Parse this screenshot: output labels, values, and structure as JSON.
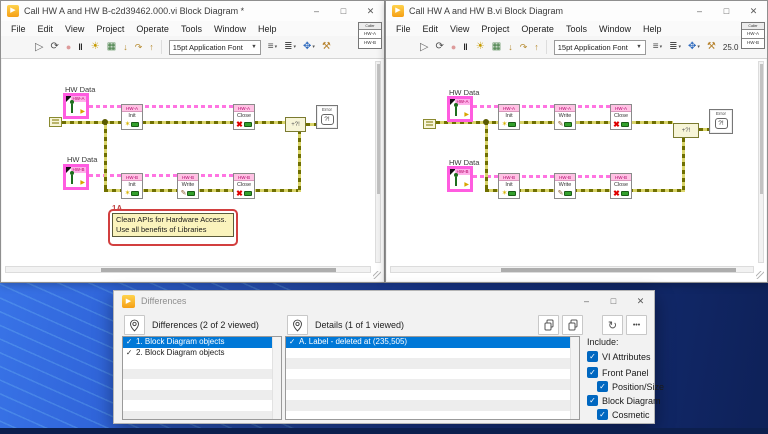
{
  "icons": {
    "play": "▶",
    "caret_down": "▼",
    "caret_small": "▾",
    "check": "✓",
    "refresh": "↻",
    "more": "•••",
    "minimize": "–",
    "maximize": "□",
    "close": "✕"
  },
  "menu_labels": {
    "file": "File",
    "edit": "Edit",
    "view": "View",
    "project": "Project",
    "operate": "Operate",
    "tools": "Tools",
    "window": "Window",
    "help": "Help"
  },
  "toolbar_icons": {
    "run": "▷",
    "run_continuous": "⟳",
    "abort": "●",
    "pause": "‖",
    "highlight": "☀",
    "retain": "▦",
    "step_into": "↓",
    "step_over": "↷",
    "step_out": "↑",
    "align": "≡",
    "distribute": "≣",
    "resize": "✥",
    "cleanup": "⚒"
  },
  "node_icons": {
    "init": "✶",
    "write": "✎",
    "close": "✖"
  },
  "vi_badge": {
    "line1": "Caller",
    "line2": "HW-A",
    "line3": "HW-B"
  },
  "left_window": {
    "title": "Call HW A and HW B-c2d39462.000.vi Block Diagram *",
    "font_selector": "15pt Application Font",
    "diagram": {
      "hw_data_label_top": "HW Data",
      "hw_data_label_bottom": "HW Data",
      "const_top": "HW-A",
      "const_bottom": "HW-B",
      "nodes": {
        "a_init": {
          "header": "HW-A",
          "label": "Init"
        },
        "a_close": {
          "header": "HW-A",
          "label": "Close"
        },
        "b_init": {
          "header": "HW-B",
          "label": "Init"
        },
        "b_write": {
          "header": "HW-B",
          "label": "Write"
        },
        "b_close": {
          "header": "HW-B",
          "label": "Close"
        }
      },
      "merge_glyph": "+?!",
      "error_label": "Error",
      "error_glyph": "?!",
      "annotation": "1A",
      "comment_line1": "Clean APIs for Hardware Access.",
      "comment_line2": "Use all benefits of Libraries"
    }
  },
  "right_window": {
    "title": "Call HW A and HW B.vi Block Diagram",
    "font_selector": "15pt Application Font",
    "zoom_display": "25.0",
    "diagram": {
      "hw_data_label_top": "HW Data",
      "hw_data_label_bottom": "HW Data",
      "const_top": "HW-A",
      "const_bottom": "HW-B",
      "nodes": {
        "a_init": {
          "header": "HW-A",
          "label": "Init"
        },
        "a_write": {
          "header": "HW-A",
          "label": "Write"
        },
        "a_close": {
          "header": "HW-A",
          "label": "Close"
        },
        "b_init": {
          "header": "HW-B",
          "label": "Init"
        },
        "b_write": {
          "header": "HW-B",
          "label": "Write"
        },
        "b_close": {
          "header": "HW-B",
          "label": "Close"
        }
      },
      "merge_glyph": "+?!",
      "error_label": "Error",
      "error_glyph": "?!"
    }
  },
  "dialog": {
    "title": "Differences",
    "differences_header": "Differences (2 of 2 viewed)",
    "details_header": "Details (1 of 1 viewed)",
    "diff_items": [
      {
        "check": "✓",
        "text": "1. Block Diagram objects"
      },
      {
        "check": "✓",
        "text": "2. Block Diagram objects"
      }
    ],
    "detail_items": [
      {
        "check": "✓",
        "text": "A. Label  - deleted at (235,505)"
      }
    ],
    "include_label": "Include:",
    "include_options": {
      "vi_attributes": "VI Attributes",
      "front_panel": "Front Panel",
      "position_size": "Position/Size",
      "block_diagram": "Block Diagram",
      "cosmetic": "Cosmetic"
    }
  }
}
